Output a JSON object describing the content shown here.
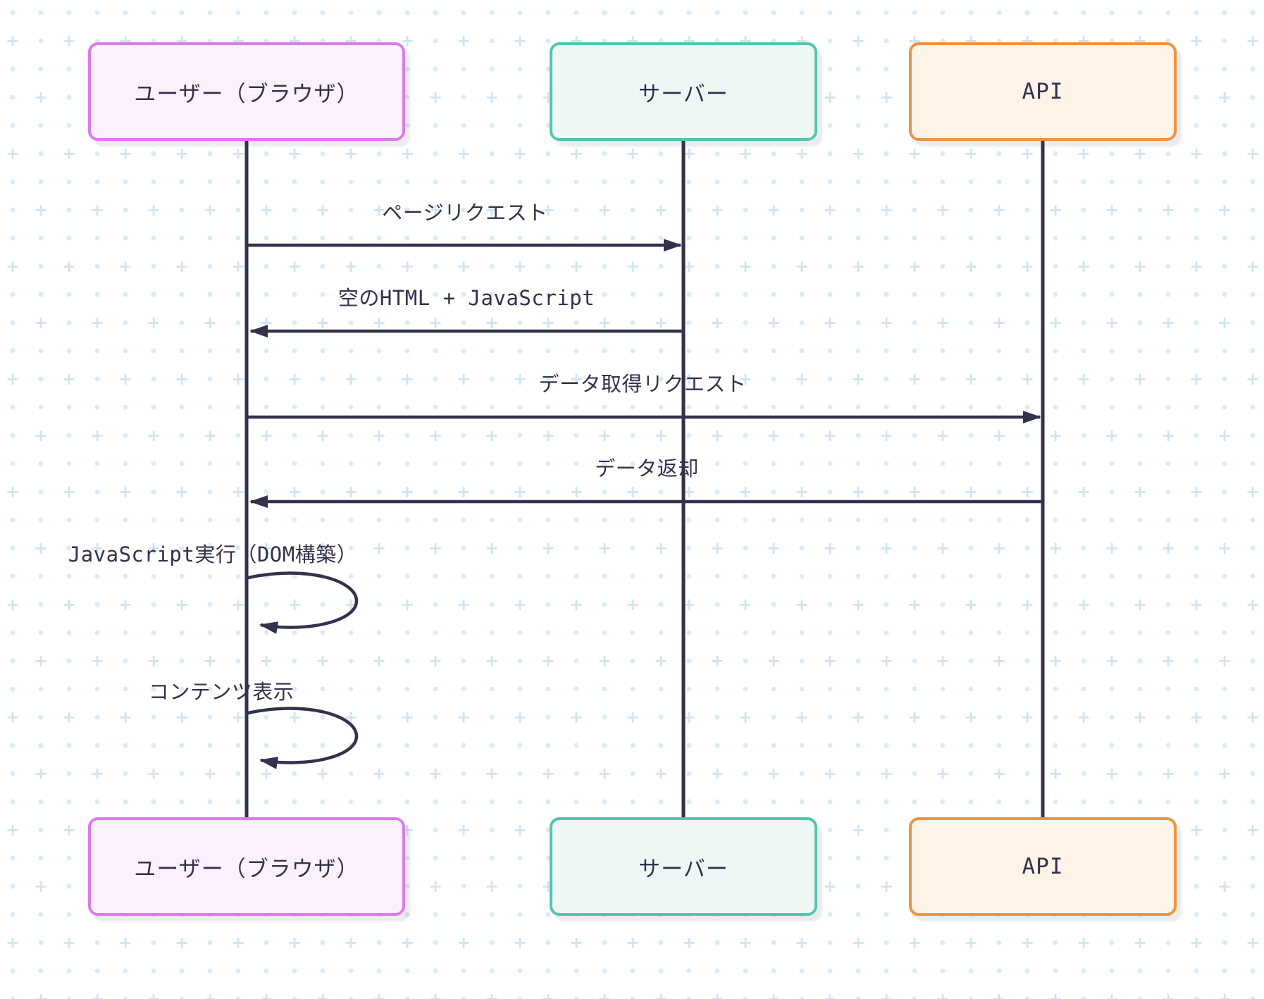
{
  "diagram": {
    "type": "sequence",
    "actors": [
      {
        "id": "user",
        "label": "ユーザー（ブラウザ）",
        "border_color": "#d97cea",
        "fill_color": "#faf1fd"
      },
      {
        "id": "server",
        "label": "サーバー",
        "border_color": "#53c6ad",
        "fill_color": "#edf8f5"
      },
      {
        "id": "api",
        "label": "API",
        "border_color": "#ee9440",
        "fill_color": "#fdf3e7"
      }
    ],
    "messages": [
      {
        "index": 1,
        "label": "ページリクエスト",
        "from": "user",
        "to": "server",
        "kind": "solid-arrow"
      },
      {
        "index": 2,
        "label": "空のHTML + JavaScript",
        "from": "server",
        "to": "user",
        "kind": "solid-arrow"
      },
      {
        "index": 3,
        "label": "データ取得リクエスト",
        "from": "user",
        "to": "api",
        "kind": "solid-arrow"
      },
      {
        "index": 4,
        "label": "データ返却",
        "from": "api",
        "to": "user",
        "kind": "solid-arrow"
      },
      {
        "index": 5,
        "label": "JavaScript実行（DOM構築）",
        "from": "user",
        "to": "user",
        "kind": "self-loop"
      },
      {
        "index": 6,
        "label": "コンテンツ表示",
        "from": "user",
        "to": "user",
        "kind": "self-loop"
      }
    ],
    "colors": {
      "line": "#32324c",
      "text": "#32324c",
      "background": "#ffffff",
      "pattern_dot": "#dcebf3",
      "pattern_plus": "#cfe4f0"
    }
  }
}
